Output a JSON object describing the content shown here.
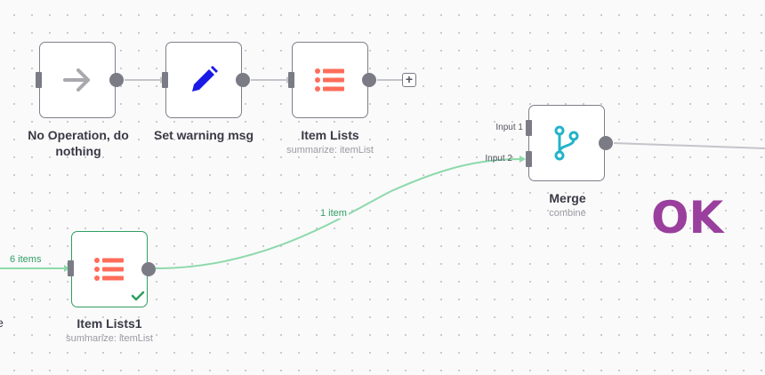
{
  "nodes": {
    "noop": {
      "title": "No Operation, do nothing",
      "icon": "arrow-right-icon"
    },
    "set_warning": {
      "title": "Set warning msg",
      "icon": "pencil-icon"
    },
    "item_lists": {
      "title": "Item Lists",
      "subtitle": "summarize: itemList",
      "icon": "list-icon"
    },
    "merge": {
      "title": "Merge",
      "subtitle": "combine",
      "icon": "merge-branch-icon",
      "inputs": [
        "Input 1",
        "Input 2"
      ]
    },
    "item_lists1": {
      "title": "Item Lists1",
      "subtitle": "summarize: itemList",
      "icon": "list-icon",
      "status": "success"
    }
  },
  "edges": {
    "incoming_items": "6 items",
    "to_merge_items": "1 item"
  },
  "annotations": {
    "ok_text": "OK",
    "cut_off_text": "e"
  },
  "colors": {
    "success": "#2e9e62",
    "success_edge": "#8dd9ab",
    "list_icon": "#ff6d5a",
    "pencil_icon": "#1a1ae6",
    "merge_icon": "#22b3c9",
    "ok_text": "#9a3f9e"
  }
}
